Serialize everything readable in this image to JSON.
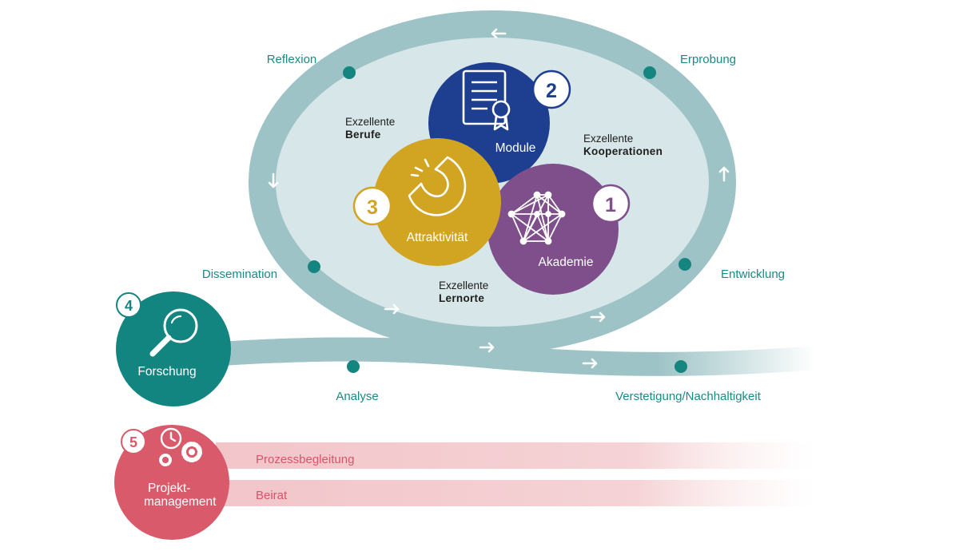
{
  "stages": {
    "reflexion": "Reflexion",
    "erprobung": "Erprobung",
    "dissemination": "Dissemination",
    "entwicklung": "Entwicklung",
    "analyse": "Analyse",
    "verstetigung": "Verstetigung/Nachhaltigkeit"
  },
  "context": {
    "berufe_light": "Exzellente",
    "berufe_bold": "Berufe",
    "kooperationen_light": "Exzellente",
    "kooperationen_bold": "Kooperationen",
    "lernorte_light": "Exzellente",
    "lernorte_bold": "Lernorte"
  },
  "modules": {
    "module": {
      "number": "2",
      "label": "Module",
      "color": "#1e3f8f"
    },
    "attraktivitaet": {
      "number": "3",
      "label": "Attraktivität",
      "color": "#d1a422"
    },
    "akademie": {
      "number": "1",
      "label": "Akademie",
      "color": "#7e4f8b"
    },
    "forschung": {
      "number": "4",
      "label": "Forschung",
      "color": "#138580"
    },
    "projektmanagement": {
      "number": "5",
      "label_line1": "Projekt-",
      "label_line2": "management",
      "color": "#d95b6b"
    }
  },
  "bars": {
    "prozessbegleitung": "Prozessbegleitung",
    "beirat": "Beirat"
  },
  "colors": {
    "loop": "#9ec3c6",
    "loop_inner": "#d7e6e9",
    "dot": "#158580",
    "stage_text": "#1a8a86"
  },
  "icons": [
    "document-certificate-icon",
    "magnet-icon",
    "network-icon",
    "magnifier-icon",
    "clock-gears-icon",
    "arrow-icon"
  ]
}
